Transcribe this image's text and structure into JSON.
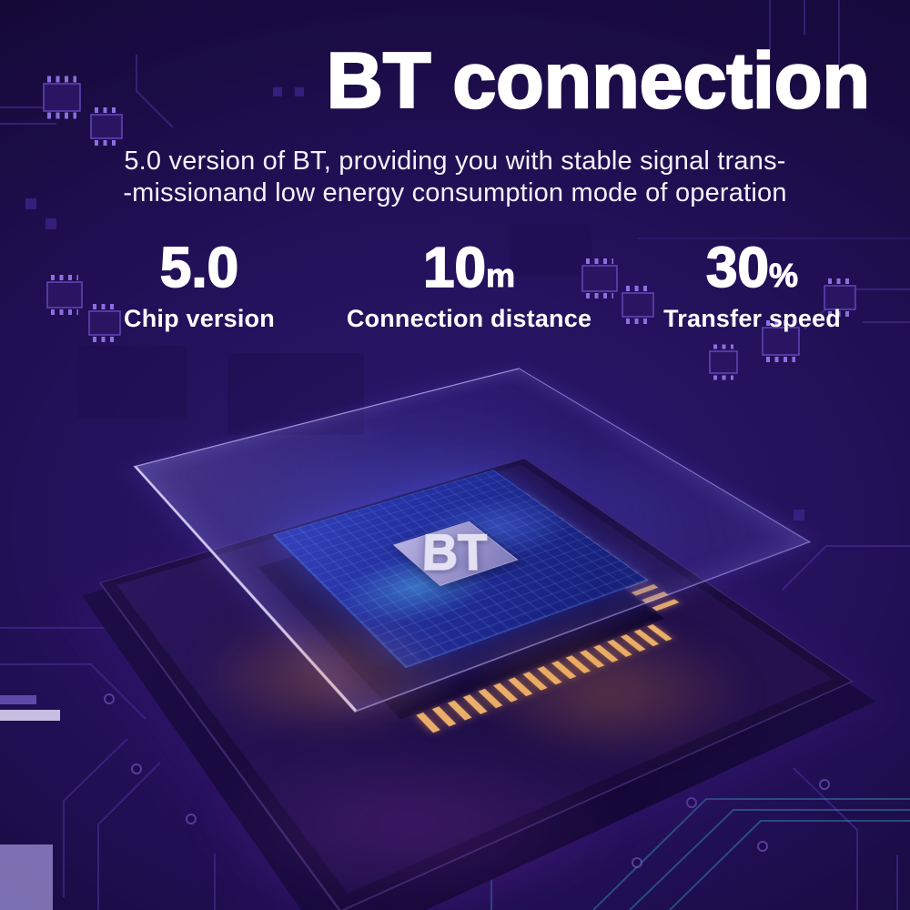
{
  "hero": {
    "title": "BT connection",
    "subtitle_line1": "5.0 version of BT, providing you with stable signal trans-",
    "subtitle_line2": "-missionand low energy consumption mode of operation"
  },
  "stats": [
    {
      "value": "5.0",
      "unit": "",
      "label": "Chip version"
    },
    {
      "value": "10",
      "unit": "m",
      "label": "Connection distance"
    },
    {
      "value": "30",
      "unit": "%",
      "label": "Transfer speed"
    }
  ],
  "chip": {
    "label": "BT"
  },
  "colors": {
    "background_dark": "#150938",
    "background_glow": "#2c1a70",
    "pcb_blue": "#2336b4",
    "glow_blue": "#5578ff",
    "pin_gold": "#eab06a",
    "trace_purple": "#4f35a6",
    "trace_teal": "#3aa8c8",
    "text_white": "#ffffff"
  }
}
